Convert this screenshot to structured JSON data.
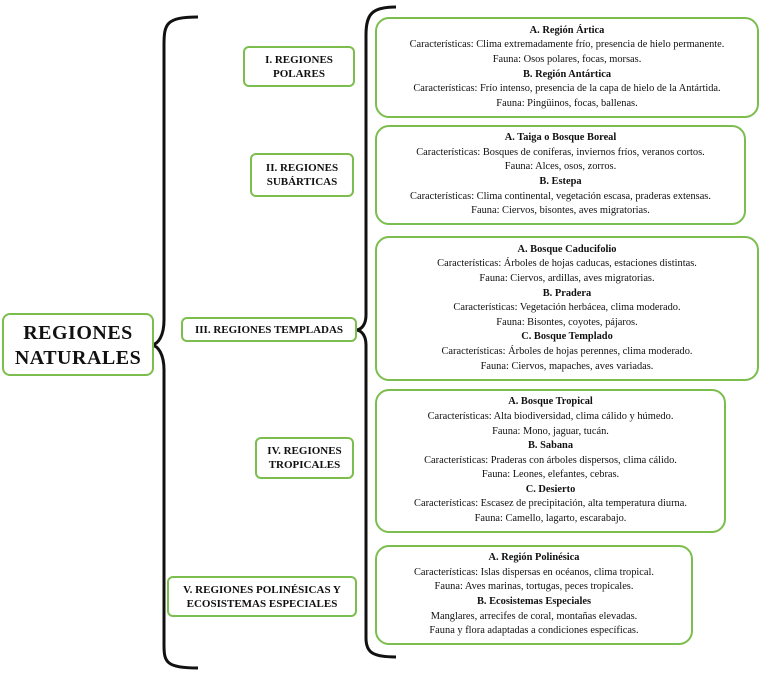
{
  "root": {
    "line1": "REGIONES",
    "line2": "NATURALES"
  },
  "categories": [
    {
      "line1": "I. REGIONES",
      "line2": "POLARES"
    },
    {
      "line1": "II. REGIONES",
      "line2": "SUBÁRTICAS"
    },
    {
      "line1": "III. REGIONES TEMPLADAS",
      "line2": ""
    },
    {
      "line1": "IV. REGIONES",
      "line2": "TROPICALES"
    },
    {
      "line1": "V. REGIONES POLINÉSICAS Y",
      "line2": "ECOSISTEMAS ESPECIALES"
    }
  ],
  "details": [
    [
      {
        "t": "h",
        "text": "A. Región Ártica"
      },
      {
        "t": "p",
        "text": "Características: Clima extremadamente frío, presencia de hielo permanente."
      },
      {
        "t": "p",
        "text": "Fauna: Osos polares, focas, morsas."
      },
      {
        "t": "h",
        "text": "B. Región Antártica"
      },
      {
        "t": "p",
        "text": "Características: Frío intenso, presencia de la capa de hielo de la Antártida."
      },
      {
        "t": "p",
        "text": "Fauna: Pingüinos, focas, ballenas."
      }
    ],
    [
      {
        "t": "h",
        "text": "A. Taiga o Bosque Boreal"
      },
      {
        "t": "p",
        "text": "Características: Bosques de coníferas, inviernos fríos, veranos cortos."
      },
      {
        "t": "p",
        "text": "Fauna: Alces, osos, zorros."
      },
      {
        "t": "h",
        "text": "B. Estepa"
      },
      {
        "t": "p",
        "text": "Características: Clima continental, vegetación escasa, praderas extensas."
      },
      {
        "t": "p",
        "text": "Fauna: Ciervos, bisontes, aves migratorias."
      }
    ],
    [
      {
        "t": "h",
        "text": "A. Bosque Caducifolio"
      },
      {
        "t": "p",
        "text": "Características: Árboles de hojas caducas, estaciones distintas."
      },
      {
        "t": "p",
        "text": "Fauna: Ciervos, ardillas, aves migratorias."
      },
      {
        "t": "h",
        "text": "B. Pradera"
      },
      {
        "t": "p",
        "text": "Características: Vegetación herbácea, clima moderado."
      },
      {
        "t": "p",
        "text": "Fauna: Bisontes, coyotes, pájaros."
      },
      {
        "t": "h",
        "text": "C. Bosque Templado"
      },
      {
        "t": "p",
        "text": "Características: Árboles de hojas perennes, clima moderado."
      },
      {
        "t": "p",
        "text": "Fauna: Ciervos, mapaches, aves variadas."
      }
    ],
    [
      {
        "t": "h",
        "text": "A. Bosque Tropical"
      },
      {
        "t": "p",
        "text": "Características: Alta biodiversidad, clima cálido y húmedo."
      },
      {
        "t": "p",
        "text": "Fauna: Mono, jaguar, tucán."
      },
      {
        "t": "h",
        "text": "B. Sabana"
      },
      {
        "t": "p",
        "text": "Características: Praderas con árboles dispersos, clima cálido."
      },
      {
        "t": "p",
        "text": "Fauna: Leones, elefantes, cebras."
      },
      {
        "t": "h",
        "text": "C. Desierto"
      },
      {
        "t": "p",
        "text": "Características: Escasez de precipitación, alta temperatura diurna."
      },
      {
        "t": "p",
        "text": "Fauna: Camello, lagarto, escarabajo."
      }
    ],
    [
      {
        "t": "h",
        "text": "A. Región Polinésica"
      },
      {
        "t": "p",
        "text": "Características: Islas dispersas en océanos, clima tropical."
      },
      {
        "t": "p",
        "text": "Fauna: Aves marinas, tortugas, peces tropicales."
      },
      {
        "t": "h",
        "text": "B. Ecosistemas Especiales"
      },
      {
        "t": "p",
        "text": "Manglares, arrecifes de coral, montañas elevadas."
      },
      {
        "t": "p",
        "text": "Fauna y flora adaptadas a condiciones específicas."
      }
    ]
  ]
}
